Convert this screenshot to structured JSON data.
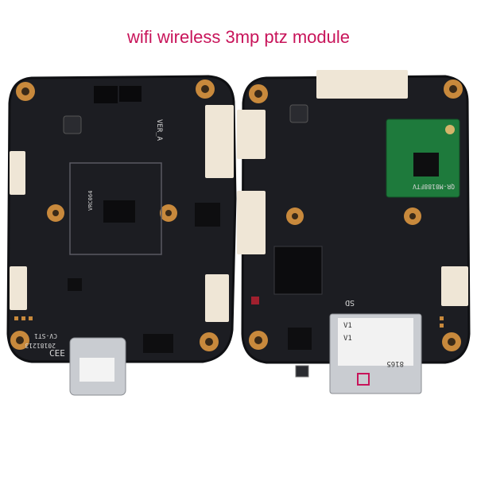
{
  "caption": {
    "text": "wifi wireless 3mp ptz module",
    "color": "#c8145a"
  },
  "colors": {
    "pcb": "#1c1d22",
    "pcb_edge": "#0f1013",
    "pad_gold": "#c8893c",
    "connector": "#efe6d6",
    "wifi_module": "#1e7a3c"
  },
  "left_board": {
    "silkscreen": {
      "rev": "VER_A",
      "chip": "VRC064",
      "date": "20181213",
      "model": "CV-ST1",
      "mark": "CEE"
    }
  },
  "right_board": {
    "silkscreen": {
      "wifi_id": "QR-M8188FTV",
      "sd": "SD",
      "sticker_top": "V1",
      "sticker_bottom": "V1",
      "sticker_code": "8165"
    }
  }
}
